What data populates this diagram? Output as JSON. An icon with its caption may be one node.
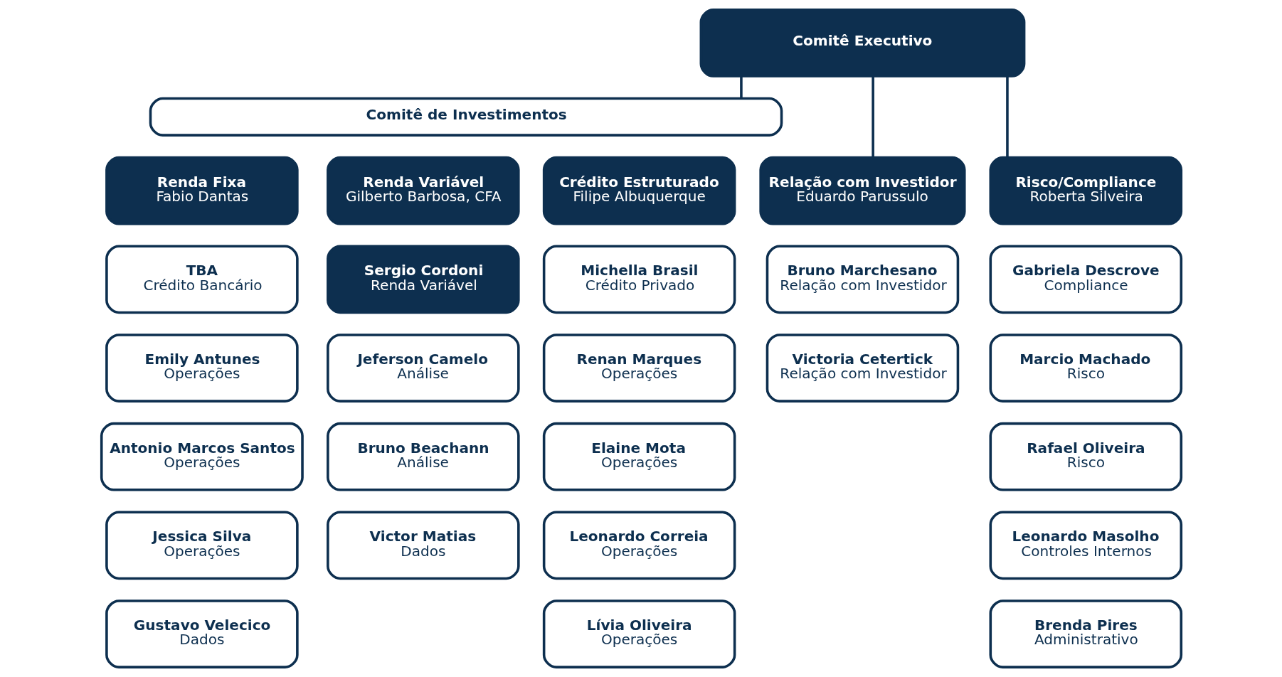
{
  "diagram": {
    "nodes": [
      {
        "text": [
          "Comitê Executivo"
        ]
      },
      {
        "text": [
          "Comitê de Investimentos"
        ]
      },
      {
        "text": [
          "Renda Fixa",
          "Fabio Dantas"
        ]
      },
      {
        "text": [
          "Renda Variável",
          "Gilberto Barbosa, CFA"
        ]
      },
      {
        "text": [
          "Crédito Estruturado",
          "Filipe Albuquerque"
        ]
      },
      {
        "text": [
          "Relação com Investidor",
          "Eduardo Parussulo"
        ]
      },
      {
        "text": [
          "Risco/Compliance",
          "Roberta Silveira"
        ]
      },
      {
        "text": [
          "TBA",
          "Crédito Bancário"
        ]
      },
      {
        "text": [
          "Sergio Cordoni",
          "Renda Variável"
        ]
      },
      {
        "text": [
          "Michella Brasil",
          "Crédito Privado"
        ]
      },
      {
        "text": [
          "Bruno Marchesano",
          "Relação com Investidor"
        ]
      },
      {
        "text": [
          "Gabriela Descrove",
          "Compliance"
        ]
      },
      {
        "text": [
          "Emily Antunes",
          "Operações"
        ]
      },
      {
        "text": [
          "Jeferson Camelo",
          "Análise"
        ]
      },
      {
        "text": [
          "Renan Marques",
          "Operações"
        ]
      },
      {
        "text": [
          "Victoria Cetertick",
          "Relação com Investidor"
        ]
      },
      {
        "text": [
          "Marcio Machado",
          "Risco"
        ]
      },
      {
        "text": [
          "Antonio Marcos Santos",
          "Operações"
        ]
      },
      {
        "text": [
          "Bruno Beachann",
          "Análise"
        ]
      },
      {
        "text": [
          "Elaine Mota",
          "Operações"
        ]
      },
      {
        "text": [
          "Rafael Oliveira",
          "Risco"
        ]
      },
      {
        "text": [
          "Jessica Silva",
          "Operações"
        ]
      },
      {
        "text": [
          "Victor Matias",
          "Dados"
        ]
      },
      {
        "text": [
          "Leonardo Correia",
          "Operações"
        ]
      },
      {
        "text": [
          "Leonardo Masolho",
          "Controles Internos"
        ]
      },
      {
        "text": [
          "Gustavo Velecico",
          "Dados"
        ]
      },
      {
        "text": [
          "Lívia Oliveira",
          "Operações"
        ]
      },
      {
        "text": [
          "Brenda Pires",
          "Administrativo"
        ]
      }
    ],
    "edges": [
      {
        "from": 0,
        "to": 1,
        "arrow": "none"
      },
      {
        "from": 0,
        "to": 5,
        "arrow": "none"
      },
      {
        "from": 0,
        "to": 6,
        "arrow": "none"
      }
    ]
  }
}
